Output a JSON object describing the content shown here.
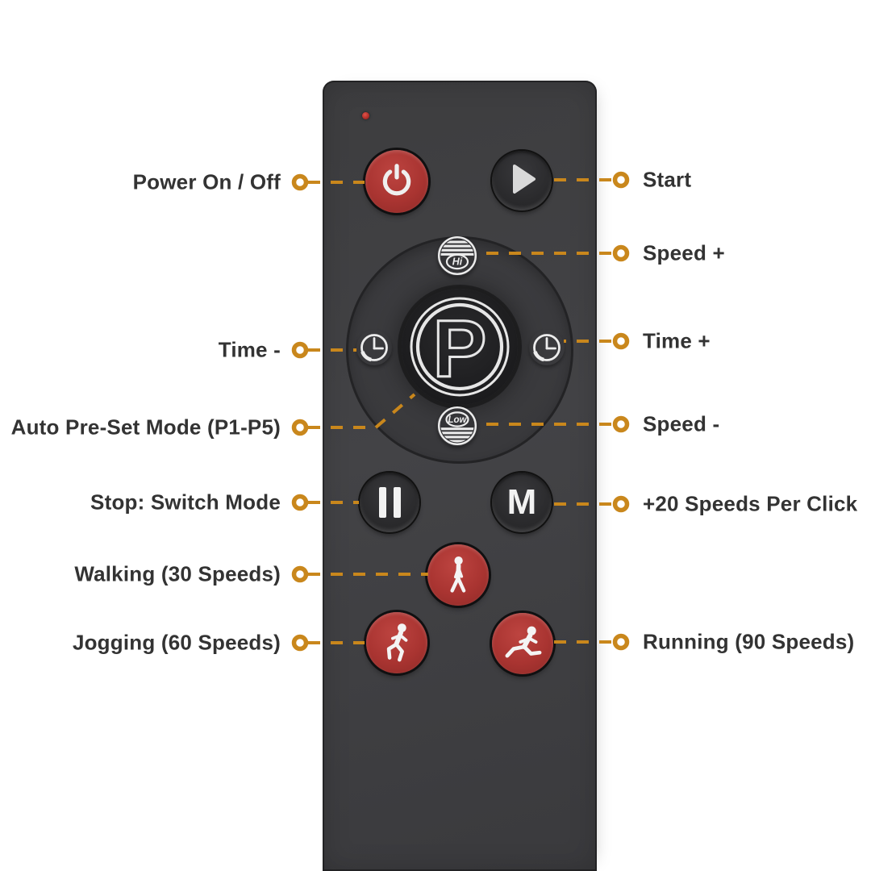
{
  "colors": {
    "background": "#ffffff",
    "remote_body": "#3e3e41",
    "button_red": "#a93431",
    "button_dark": "#232325",
    "glyph_white": "#ececec",
    "accent_gold": "#c9871c",
    "label_text": "#333333",
    "led_red": "#b02018"
  },
  "remote": {
    "buttons": {
      "power": {
        "icon": "power-icon"
      },
      "start": {
        "icon": "play-icon"
      },
      "speed_up": {
        "label": "Hi",
        "icon": "speed-high-stripes-icon"
      },
      "speed_down": {
        "label": "Low",
        "icon": "speed-low-stripes-icon"
      },
      "time_minus": {
        "icon": "clock-icon"
      },
      "time_plus": {
        "icon": "clock-icon"
      },
      "preset": {
        "label": "P",
        "icon": "preset-p-emblem"
      },
      "pause": {
        "icon": "pause-icon"
      },
      "mode": {
        "label": "M"
      },
      "walking": {
        "icon": "walking-person-icon"
      },
      "jogging": {
        "icon": "jogging-person-icon"
      },
      "running": {
        "icon": "running-person-icon"
      }
    }
  },
  "annotations": {
    "left": [
      {
        "text": "Power On / Off"
      },
      {
        "text": "Time -"
      },
      {
        "text": "Auto Pre-Set Mode (P1-P5)"
      },
      {
        "text": "Stop: Switch Mode"
      },
      {
        "text": "Walking (30 Speeds)"
      },
      {
        "text": "Jogging (60 Speeds)"
      }
    ],
    "right": [
      {
        "text": "Start"
      },
      {
        "text": "Speed +"
      },
      {
        "text": "Time +"
      },
      {
        "text": "Speed -"
      },
      {
        "text": "+20 Speeds Per Click"
      },
      {
        "text": "Running (90 Speeds)"
      }
    ]
  }
}
